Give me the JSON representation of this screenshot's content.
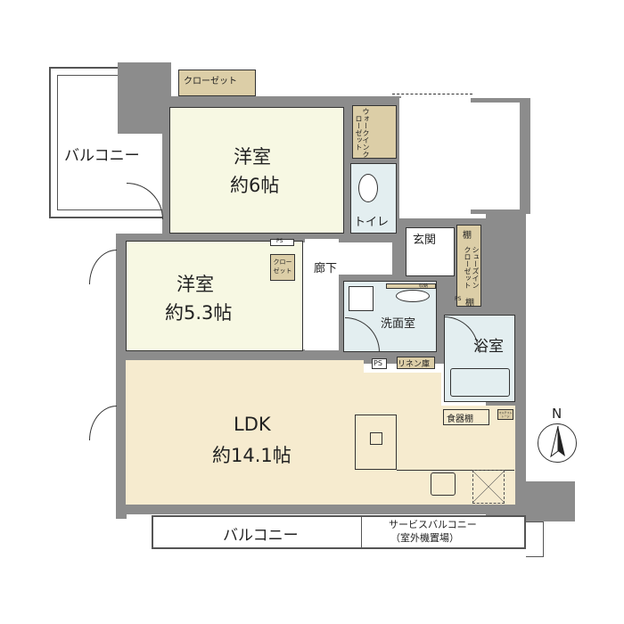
{
  "rooms": {
    "western6": {
      "name": "洋室",
      "size": "約6帖"
    },
    "western53": {
      "name": "洋室",
      "size": "約5.3帖"
    },
    "ldk": {
      "name": "LDK",
      "size": "約14.1帖"
    },
    "hallway": "廊下",
    "toilet": "トイレ",
    "entrance": "玄関",
    "washroom": "洗面室",
    "bathroom": "浴室"
  },
  "storage": {
    "closet_top": "クローゼット",
    "walk_in_closet": "ウォークインクローゼット",
    "closet_small": "クローゼット",
    "shoes_in_closet": "シューズインクローゼット",
    "shelf_top": "棚",
    "shelf_bottom": "棚",
    "linen": "リネン庫",
    "dish_shelf": "食器棚",
    "multi_storage": "マルチストレージ",
    "sink_storage": "収納"
  },
  "ps_labels": [
    "PS",
    "PS",
    "PS"
  ],
  "balconies": {
    "west": "バルコニー",
    "south": "バルコニー",
    "service": "サービスバルコニー",
    "service_sub": "（室外機置場）"
  },
  "compass": {
    "label": "N",
    "icon": "north-arrow-icon"
  },
  "colors": {
    "wall": "#8c8c8c",
    "western": "#f7f8e3",
    "ldk": "#f6ebcf",
    "wet": "#e3eef0",
    "storage": "#dccea7"
  }
}
